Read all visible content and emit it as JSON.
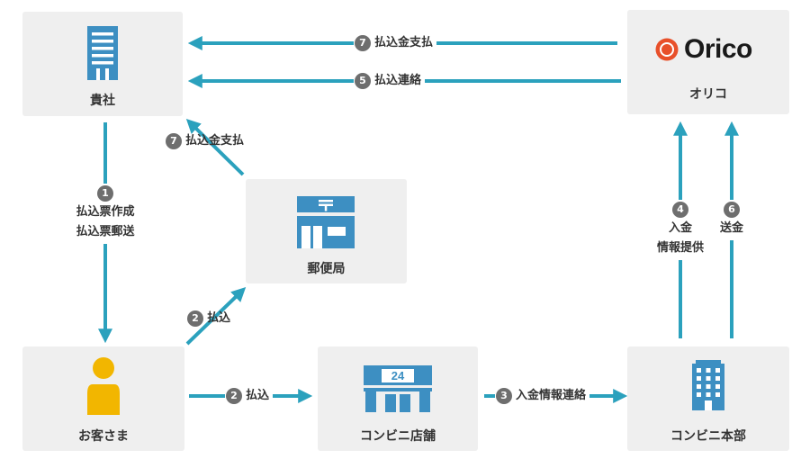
{
  "nodes": {
    "kisha": {
      "label": "貴社"
    },
    "orico": {
      "label": "オリコ",
      "logo_text": "Orico"
    },
    "post_office": {
      "label": "郵便局"
    },
    "customer": {
      "label": "お客さま"
    },
    "convenience_store": {
      "label": "コンビニ店舗"
    },
    "cvs_hq": {
      "label": "コンビニ本部"
    }
  },
  "store_sign": "24",
  "steps": {
    "s7_top": {
      "num": "7",
      "text": "払込金支払"
    },
    "s5": {
      "num": "5",
      "text": "払込連絡"
    },
    "s7_post": {
      "num": "7",
      "text": "払込金支払"
    },
    "s1": {
      "num": "1",
      "line1": "払込票作成",
      "line2": "払込票郵送"
    },
    "s2_post": {
      "num": "2",
      "text": "払込"
    },
    "s2_store": {
      "num": "2",
      "text": "払込"
    },
    "s3": {
      "num": "3",
      "text": "入金情報連絡"
    },
    "s4": {
      "num": "4",
      "line1": "入金",
      "line2": "情報提供"
    },
    "s6": {
      "num": "6",
      "text": "送金"
    }
  },
  "colors": {
    "arrow": "#2ba1bd",
    "node_bg": "#efefef",
    "badge": "#6e6e6e",
    "building": "#3d8fc2",
    "person": "#f2b600",
    "orico_red": "#e8502a"
  }
}
